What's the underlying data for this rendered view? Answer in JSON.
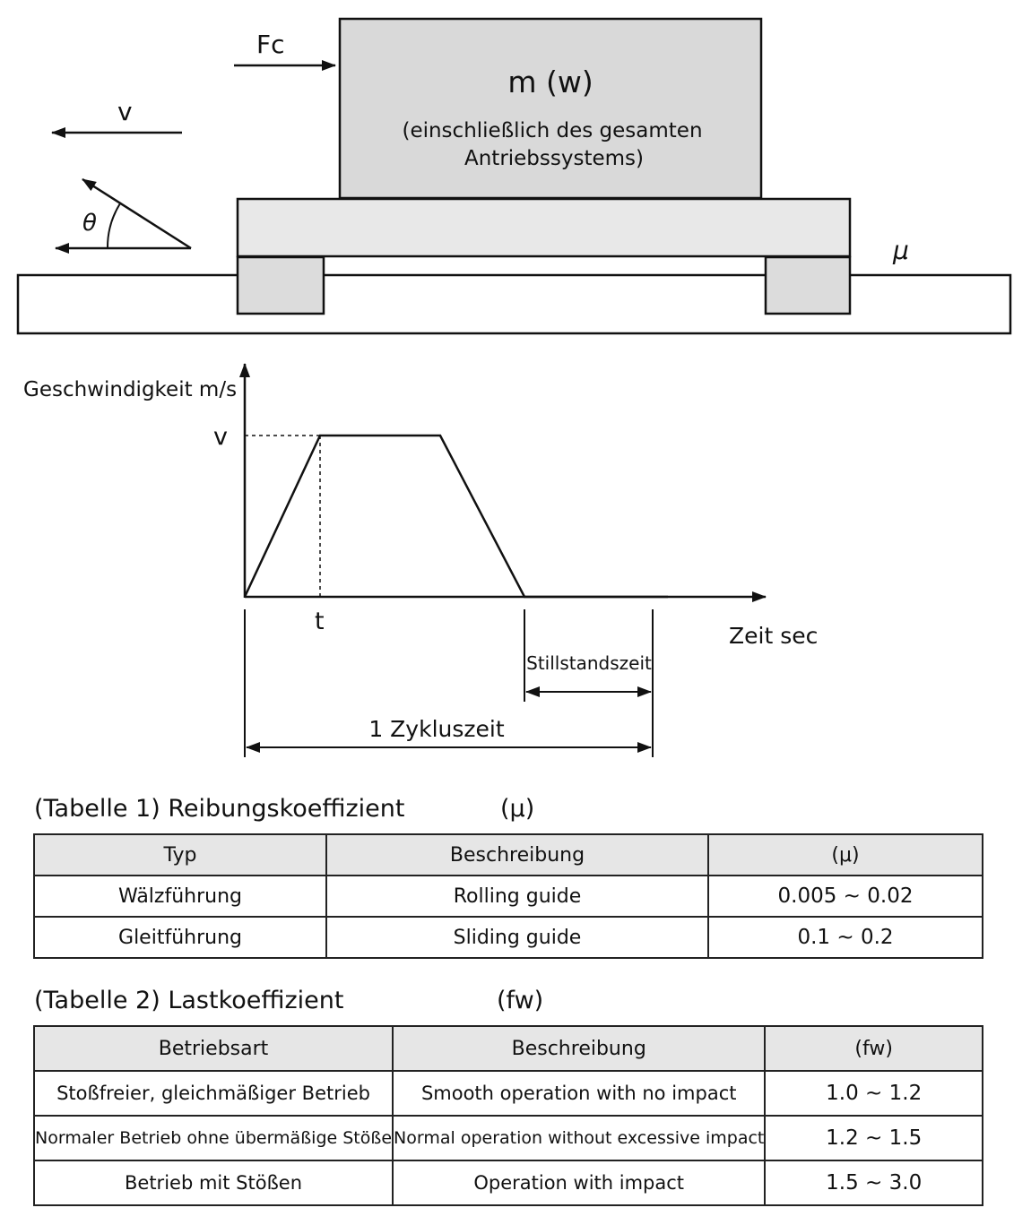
{
  "mechanism": {
    "force_label": "Fc",
    "mass_label": "m (w)",
    "mass_note_line1": "(einschließlich des gesamten",
    "mass_note_line2": "Antriebssystems)",
    "velocity_label": "v",
    "angle_label": "θ",
    "friction_label": "μ"
  },
  "velocity_profile": {
    "ylabel": "Geschwindigkeit  m/s",
    "xlabel": "Zeit  sec",
    "v_tick": "v",
    "t_tick": "t",
    "dwell_label": "Stillstandszeit",
    "cycle_label": "1 Zykluszeit"
  },
  "table1": {
    "title": "(Tabelle 1)  Reibungskoeffizient",
    "symbol": "(μ)",
    "headers": [
      "Typ",
      "Beschreibung",
      "(μ)"
    ],
    "rows": [
      [
        "Wälzführung",
        "Rolling guide",
        "0.005 ~ 0.02"
      ],
      [
        "Gleitführung",
        "Sliding guide",
        "0.1 ~ 0.2"
      ]
    ]
  },
  "table2": {
    "title": "(Tabelle 2)  Lastkoeffizient",
    "symbol": "(fw)",
    "headers": [
      "Betriebsart",
      "Beschreibung",
      "(fw)"
    ],
    "rows": [
      [
        "Stoßfreier, gleichmäßiger Betrieb",
        "Smooth operation with no impact",
        "1.0 ~ 1.2"
      ],
      [
        "Normaler Betrieb ohne übermäßige Stöße",
        "Normal operation without excessive impact",
        "1.2 ~ 1.5"
      ],
      [
        "Betrieb mit Stößen",
        "Operation with impact",
        "1.5 ~ 3.0"
      ]
    ]
  }
}
